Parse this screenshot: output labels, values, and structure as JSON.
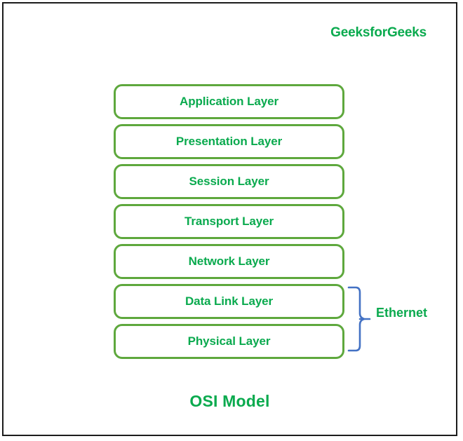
{
  "figure": {
    "title": "OSI Model",
    "brand": "GeeksforGeeks",
    "colors": {
      "box_border": "#5ea83d",
      "text_green": "#0aaa4e",
      "brace_blue": "#4472c4",
      "frame": "#1c1c1c",
      "background": "#ffffff"
    }
  },
  "layers": [
    {
      "label": "Application Layer"
    },
    {
      "label": "Presentation Layer"
    },
    {
      "label": "Session Layer"
    },
    {
      "label": "Transport Layer"
    },
    {
      "label": "Network Layer"
    },
    {
      "label": "Data Link Layer"
    },
    {
      "label": "Physical Layer"
    }
  ],
  "annotation": {
    "label": "Ethernet",
    "spans": [
      "Data Link Layer",
      "Physical Layer"
    ],
    "bracket_icon": "curly-brace-icon"
  }
}
